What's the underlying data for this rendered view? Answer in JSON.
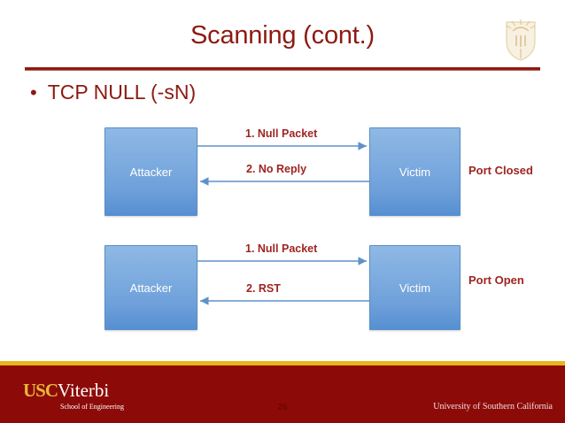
{
  "slide": {
    "title": "Scanning (cont.)",
    "bullet": {
      "marker": "•",
      "text": "TCP NULL (-sN)"
    },
    "accent_color": "#8C1A12",
    "label_color": "#9E2420",
    "node_color": "#7fade0",
    "footer_color": "#8C0B08",
    "gold_color": "#E8B51E"
  },
  "diagrams": [
    {
      "name": "port-closed",
      "source": "Attacker",
      "target": "Victim",
      "result": "Port Closed",
      "messages": [
        {
          "label": "1. Null Packet",
          "direction": "right"
        },
        {
          "label": "2. No Reply",
          "direction": "left"
        }
      ]
    },
    {
      "name": "port-open",
      "source": "Attacker",
      "target": "Victim",
      "result": "Port Open",
      "messages": [
        {
          "label": "1. Null Packet",
          "direction": "right"
        },
        {
          "label": "2. RST",
          "direction": "left"
        }
      ]
    }
  ],
  "footer": {
    "logo_usc": "USC",
    "logo_viterbi": "Viterbi",
    "logo_sub": "School of Engineering",
    "page_number": "26",
    "university": "University of Southern California"
  }
}
